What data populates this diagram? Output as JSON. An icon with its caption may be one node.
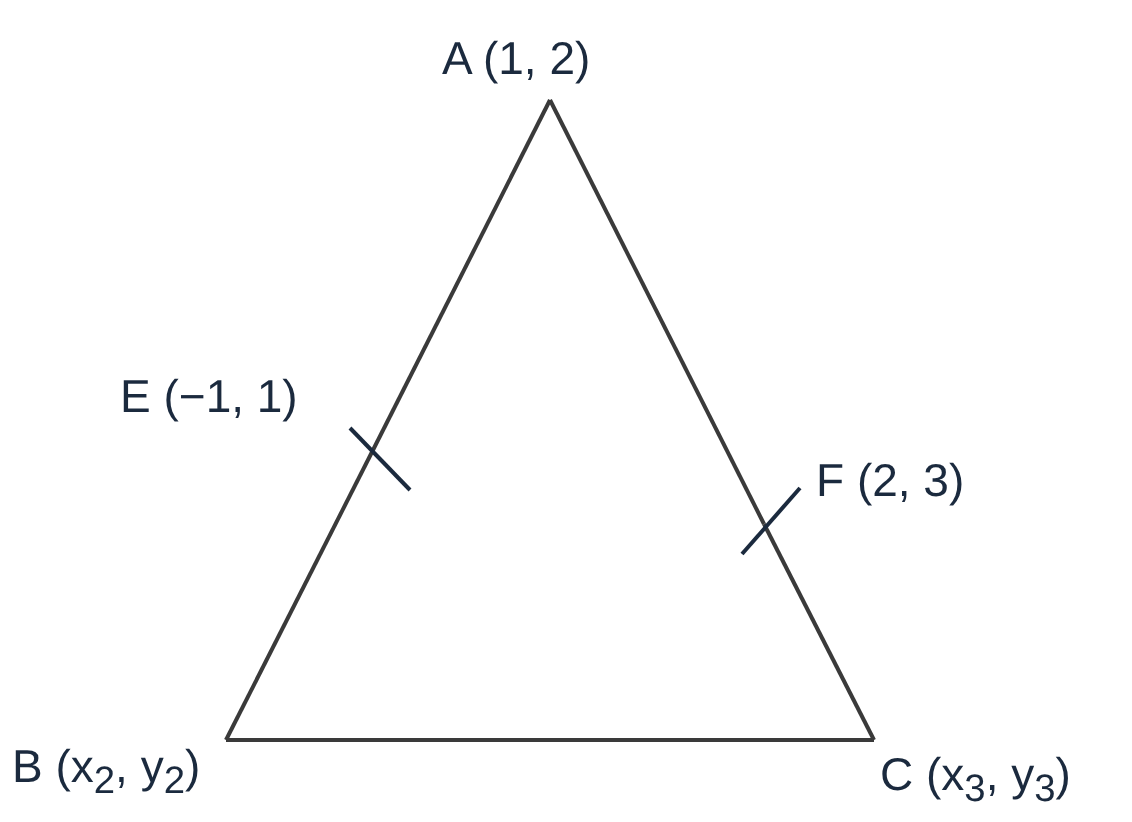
{
  "diagram": {
    "nodes": [
      {
        "text": [
          "A (1, 2)"
        ]
      },
      {
        "text": [
          "E (−1, 1)"
        ]
      },
      {
        "text": [
          "F (2, 3)"
        ]
      },
      {
        "text": [
          "B (x$_{2}$, y$_{2}$)"
        ]
      },
      {
        "text": [
          "C (x$_{3}$, y$_{3}$)"
        ]
      }
    ],
    "edges": [
      {
        "from": 0,
        "to": 1,
        "arrow": "none"
      },
      {
        "from": 1,
        "to": 3,
        "arrow": "none"
      },
      {
        "from": 3,
        "to": 4,
        "arrow": "none"
      },
      {
        "from": 4,
        "to": 2,
        "arrow": "none"
      },
      {
        "from": 2,
        "to": 0,
        "arrow": "none"
      }
    ]
  }
}
